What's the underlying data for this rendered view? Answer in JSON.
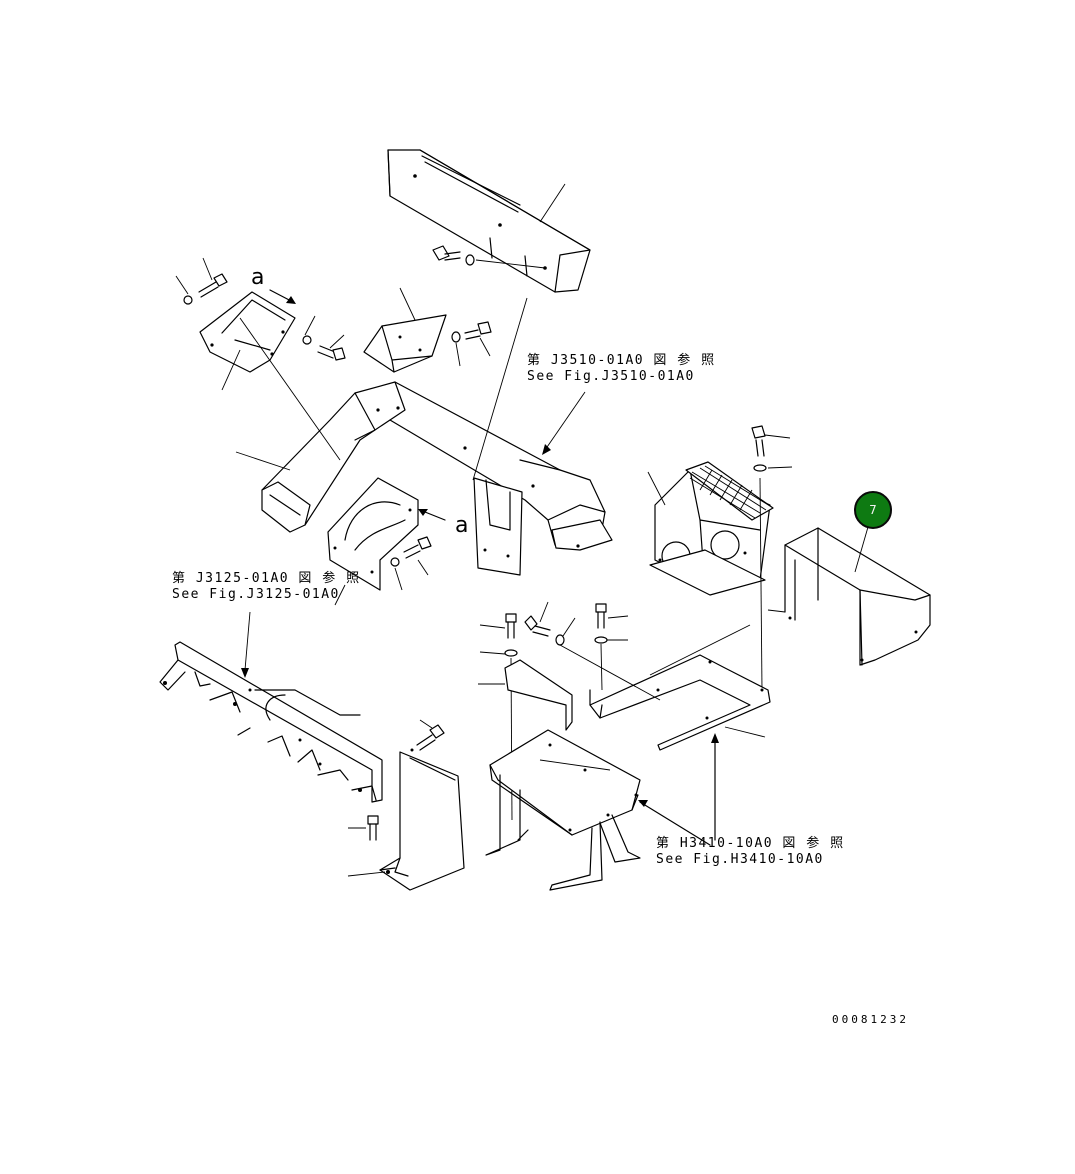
{
  "callout": {
    "number": "7",
    "color": "#0e7a12"
  },
  "view_marks": {
    "top": "a",
    "bottom": "a"
  },
  "references": [
    {
      "jp": "第 J3510-01A0 図 参 照",
      "en": "See Fig.J3510-01A0"
    },
    {
      "jp": "第 J3125-01A0 図 参 照",
      "en": "See Fig.J3125-01A0"
    },
    {
      "jp": "第 H3410-10A0 図 参 照",
      "en": "See Fig.H3410-10A0"
    }
  ],
  "drawing_number": "00081232"
}
